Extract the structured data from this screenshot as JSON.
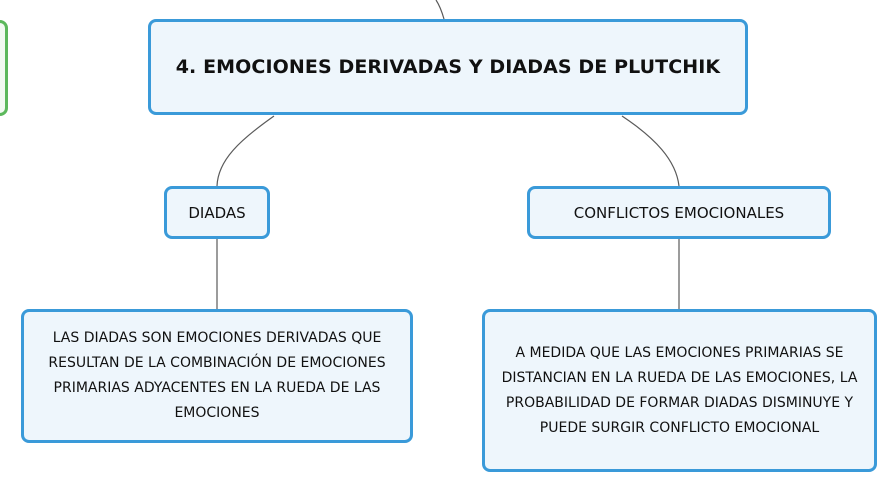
{
  "diagram": {
    "title": "4. EMOCIONES DERIVADAS Y DIADAS DE PLUTCHIK",
    "branches": [
      {
        "label": "DIADAS",
        "description": "LAS DIADAS SON EMOCIONES DERIVADAS QUE RESULTAN DE LA COMBINACIÓN DE EMOCIONES PRIMARIAS ADYACENTES EN LA RUEDA DE LAS EMOCIONES"
      },
      {
        "label": "CONFLICTOS EMOCIONALES",
        "description": "A MEDIDA QUE LAS EMOCIONES PRIMARIAS SE DISTANCIAN EN LA RUEDA DE LAS EMOCIONES, LA PROBABILIDAD DE FORMAR DIADAS DISMINUYE Y PUEDE SURGIR CONFLICTO EMOCIONAL"
      }
    ],
    "colors": {
      "node_border": "#3a9ad9",
      "node_fill": "#eef6fc",
      "side_node_border": "#5cb85c",
      "connector": "#5a5a5a"
    }
  }
}
